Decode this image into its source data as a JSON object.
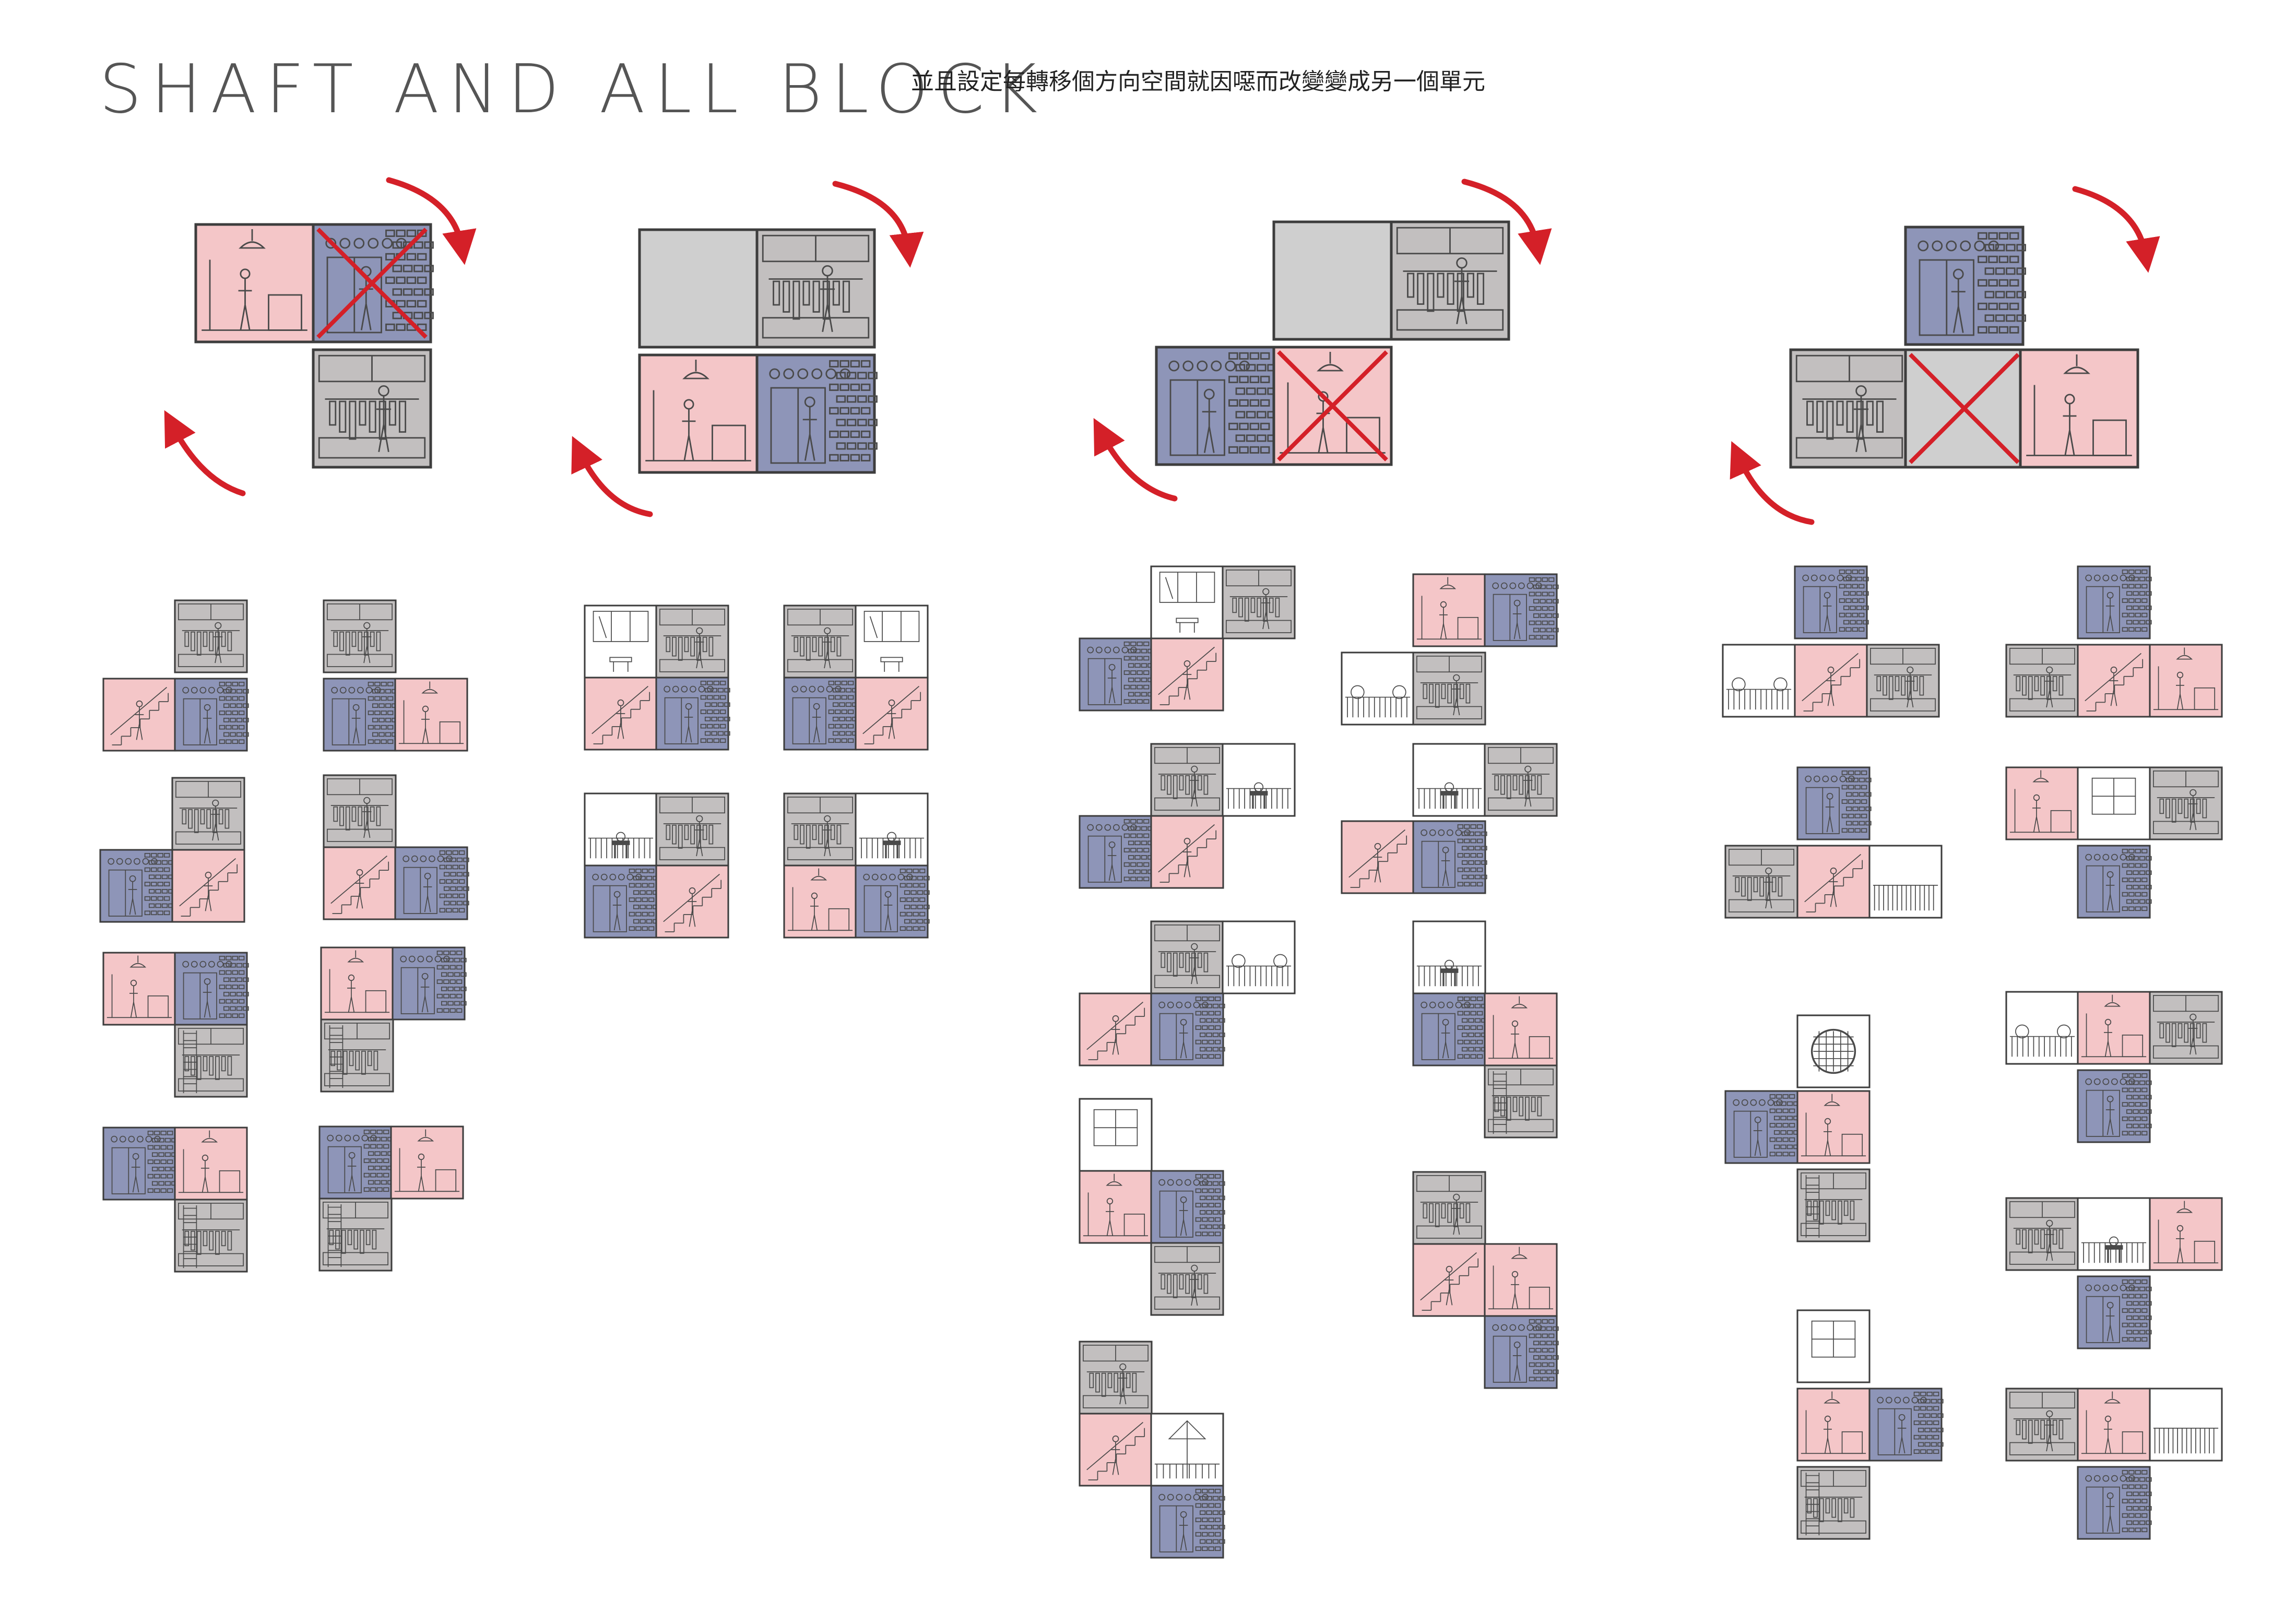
{
  "header": {
    "title": "SHAFT AND ALL BLOCK",
    "subtitle": "並且設定每轉移個方向空間就因噁而改變變成另一個單元"
  },
  "colors": {
    "pink": "#f4c6c8",
    "blue": "#8e95b8",
    "gray": "#c2bfbf",
    "lightgray": "#cfcfcf",
    "white": "#ffffff",
    "accent_red": "#d42028",
    "outline": "#3d3d3d"
  },
  "tile_types": {
    "P": "bedroom-pink",
    "B": "bathroom-blue",
    "G": "closet-gray",
    "L": "empty-lightgray",
    "W": "window-white",
    "S": "stair-pink",
    "H": "ladder-gray",
    "T": "balcony-white",
    "C": "courtyard-white",
    "R": "round-window-white",
    "U": "umbrella-white",
    "F": "fence-white",
    "D": "door-white"
  },
  "icons": [
    "rotation-arrow-icon",
    "cross-mark-icon"
  ]
}
